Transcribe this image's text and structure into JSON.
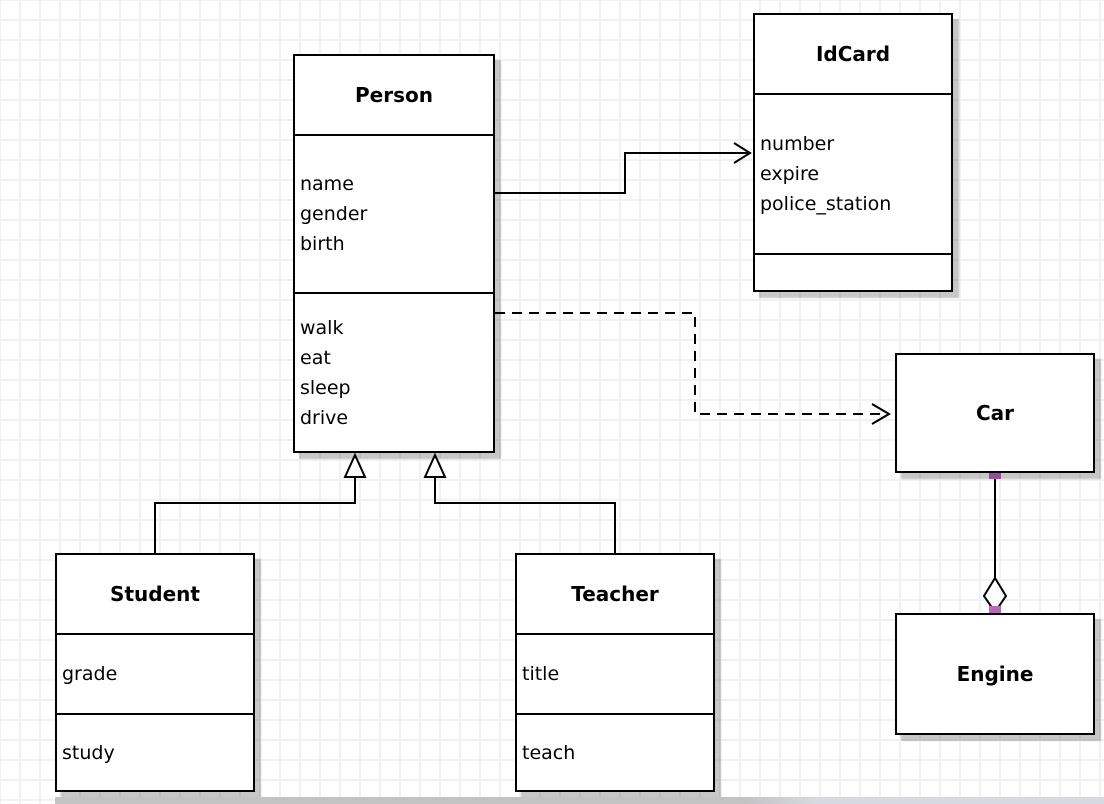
{
  "app": {
    "type": "diagram-canvas",
    "notation": "UML class diagram"
  },
  "colors": {
    "background": "#ffffff",
    "grid_line": "#f0f1f4",
    "box_fill": "#ffffff",
    "box_stroke": "#000000",
    "line_color": "#000000",
    "handle": "#ba68b6",
    "shadow": "rgba(0,0,0,0.22)",
    "page_edge": "#c3c3c3"
  },
  "classes": {
    "person": {
      "title": "Person",
      "attributes": [
        "name",
        "gender",
        "birth"
      ],
      "methods": [
        "walk",
        "eat",
        "sleep",
        "drive"
      ]
    },
    "idcard": {
      "title": "IdCard",
      "attributes": [
        "number",
        "expire",
        "police_station"
      ],
      "methods": []
    },
    "car": {
      "title": "Car",
      "attributes": [],
      "methods": []
    },
    "engine": {
      "title": "Engine",
      "attributes": [],
      "methods": []
    },
    "student": {
      "title": "Student",
      "attributes": [
        "grade"
      ],
      "methods": [
        "study"
      ]
    },
    "teacher": {
      "title": "Teacher",
      "attributes": [
        "title"
      ],
      "methods": [
        "teach"
      ]
    }
  },
  "relationships": [
    {
      "from": "Person",
      "to": "IdCard",
      "type": "association",
      "line": "solid",
      "marker": "open-arrow"
    },
    {
      "from": "Person",
      "to": "Car",
      "type": "dependency",
      "line": "dashed",
      "marker": "open-arrow"
    },
    {
      "from": "Student",
      "to": "Person",
      "type": "generalization",
      "line": "solid",
      "marker": "hollow-triangle"
    },
    {
      "from": "Teacher",
      "to": "Person",
      "type": "generalization",
      "line": "solid",
      "marker": "hollow-triangle"
    },
    {
      "from": "Car",
      "to": "Engine",
      "type": "aggregation",
      "line": "solid",
      "marker": "hollow-diamond",
      "selected_endpoints": true
    }
  ]
}
